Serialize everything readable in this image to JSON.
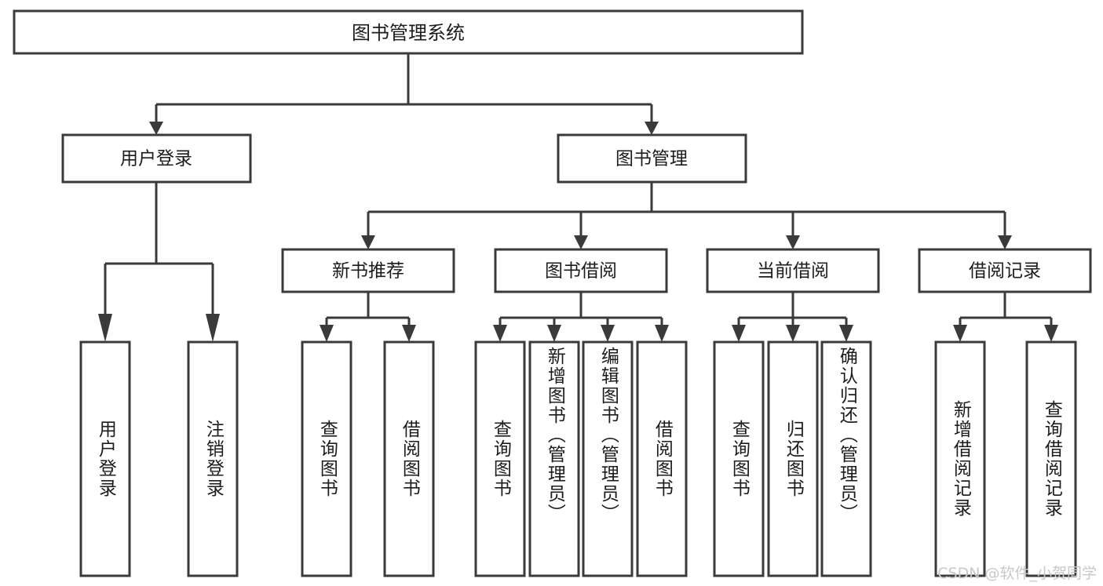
{
  "diagram": {
    "type": "tree-hierarchy",
    "title": "图书管理系统",
    "watermark": "CSDN @软件_小贺同学",
    "colors": {
      "stroke": "#3a3a3a",
      "fill": "#ffffff",
      "text": "#1c1c1c",
      "watermark": "#c8c8c8",
      "background": "#ffffff"
    },
    "root": {
      "label": "图书管理系统"
    },
    "level2": [
      {
        "label": "用户登录"
      },
      {
        "label": "图书管理"
      }
    ],
    "level3": [
      {
        "label": "新书推荐"
      },
      {
        "label": "图书借阅"
      },
      {
        "label": "当前借阅"
      },
      {
        "label": "借阅记录"
      }
    ],
    "leaves": {
      "user_login": [
        {
          "label": "用户登录"
        },
        {
          "label": "注销登录"
        }
      ],
      "new_book": [
        {
          "label": "查询图书"
        },
        {
          "label": "借阅图书"
        }
      ],
      "book_borrow": [
        {
          "label": "查询图书"
        },
        {
          "label": "新增图书（管理员）"
        },
        {
          "label": "编辑图书（管理员）"
        },
        {
          "label": "借阅图书"
        }
      ],
      "current_borrow": [
        {
          "label": "查询图书"
        },
        {
          "label": "归还图书"
        },
        {
          "label": "确认归还（管理员）"
        }
      ],
      "borrow_record": [
        {
          "label": "新增借阅记录"
        },
        {
          "label": "查询借阅记录"
        }
      ]
    }
  }
}
